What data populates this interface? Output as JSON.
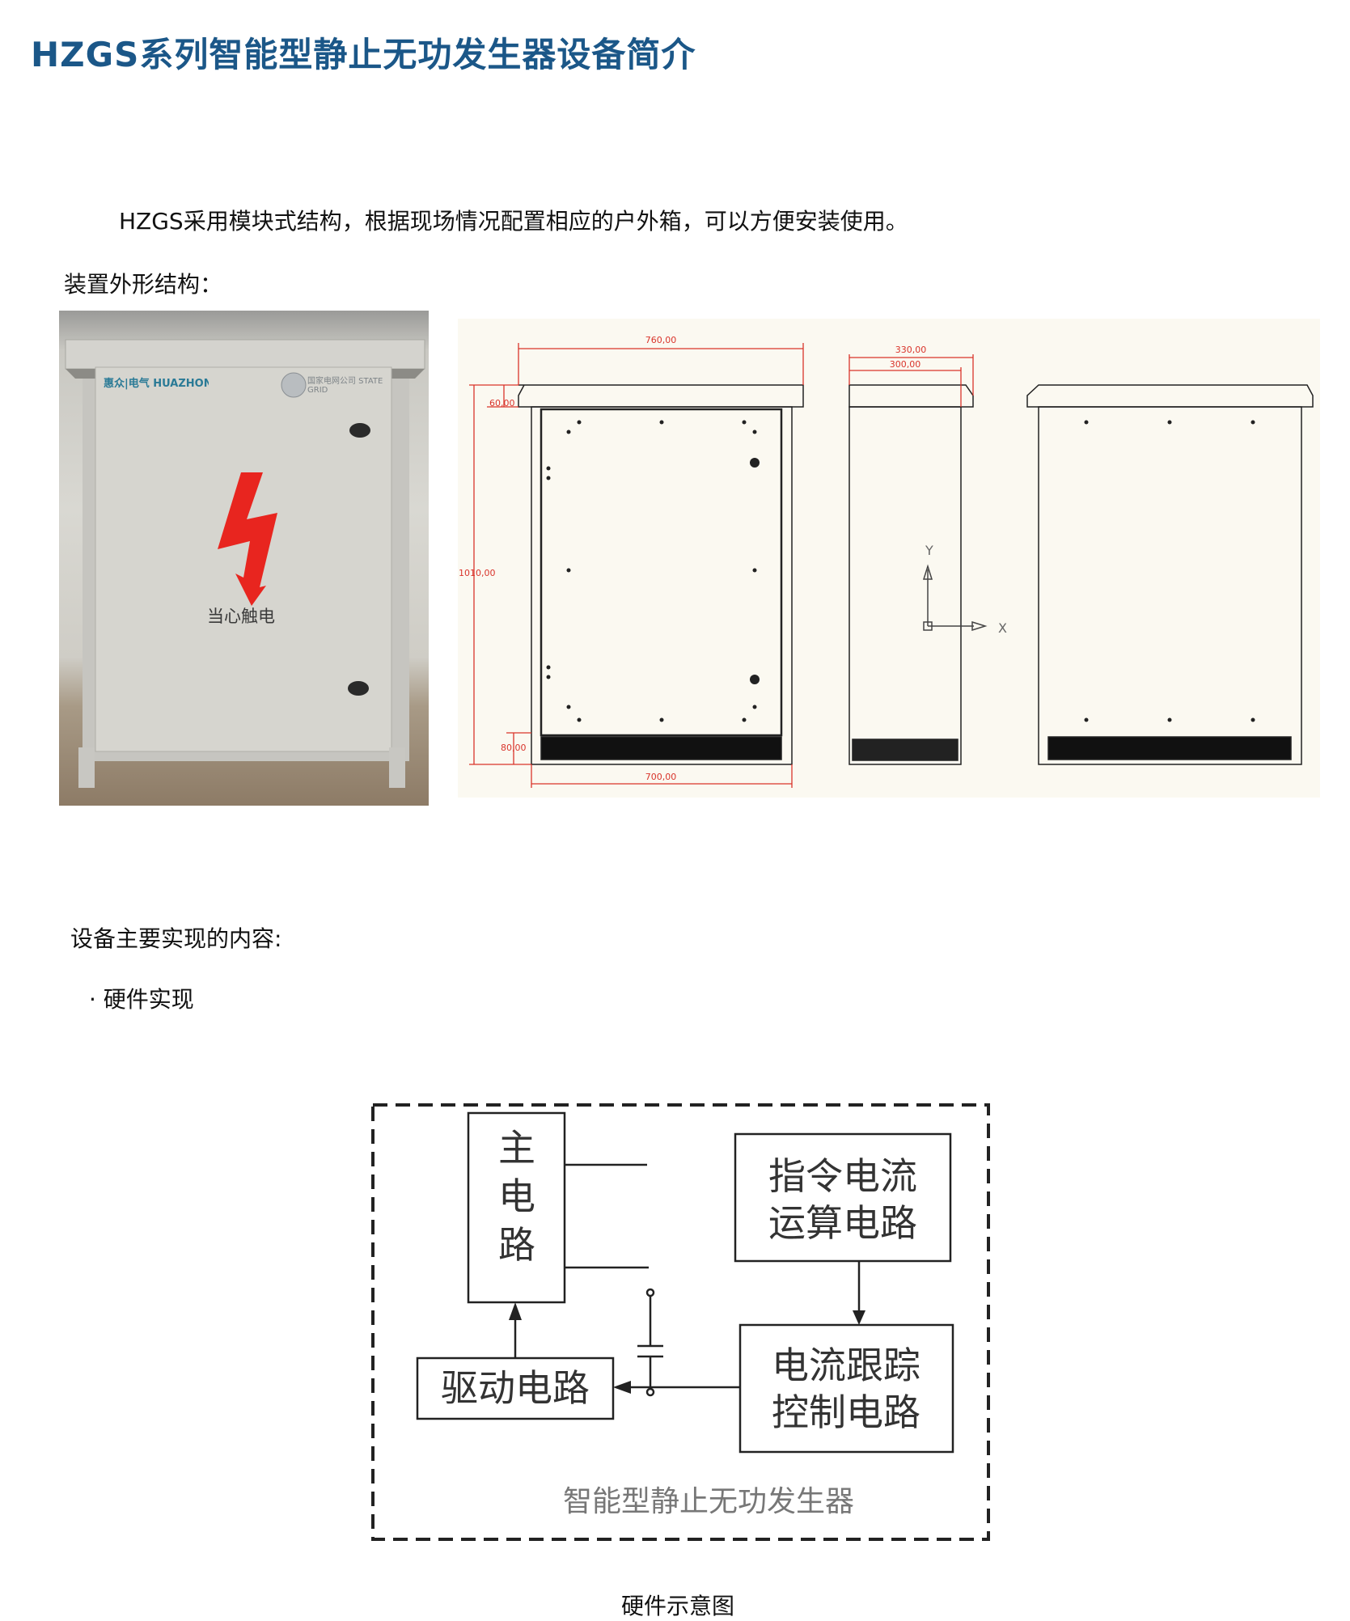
{
  "title": "HZGS系列智能型静止无功发生器设备简介",
  "intro": "HZGS采用模块式结构，根据现场情况配置相应的户外箱，可以方便安装使用。",
  "shape_heading": "装置外形结构：",
  "photo": {
    "brand_logo": "惠众|电气 HUAZHONG Electric",
    "grid_logo": "国家电网公司 STATE GRID",
    "warning_text": "当心触电",
    "warning_color": "#e8251f",
    "icon": "lightning-bolt-icon"
  },
  "drawing": {
    "dim_width_top": "760,00",
    "dim_roof_height": "60,00",
    "dim_height": "1010,00",
    "dim_base_height": "80,00",
    "dim_width_bottom": "700,00",
    "dim_depth_roof": "330,00",
    "dim_depth_body": "300,00",
    "axis_y": "Y",
    "axis_x": "X",
    "dim_color": "#d9342b"
  },
  "content_heading": "设备主要实现的内容:",
  "bullet": "· 硬件实现",
  "diagram": {
    "main_circuit": [
      "主",
      "电",
      "路"
    ],
    "command_current": [
      "指令电流",
      "运算电路"
    ],
    "tracking_control": [
      "电流跟踪",
      "控制电路"
    ],
    "drive_circuit": "驱动电路",
    "enclosure_label": "智能型静止无功发生器"
  },
  "caption": "硬件示意图"
}
